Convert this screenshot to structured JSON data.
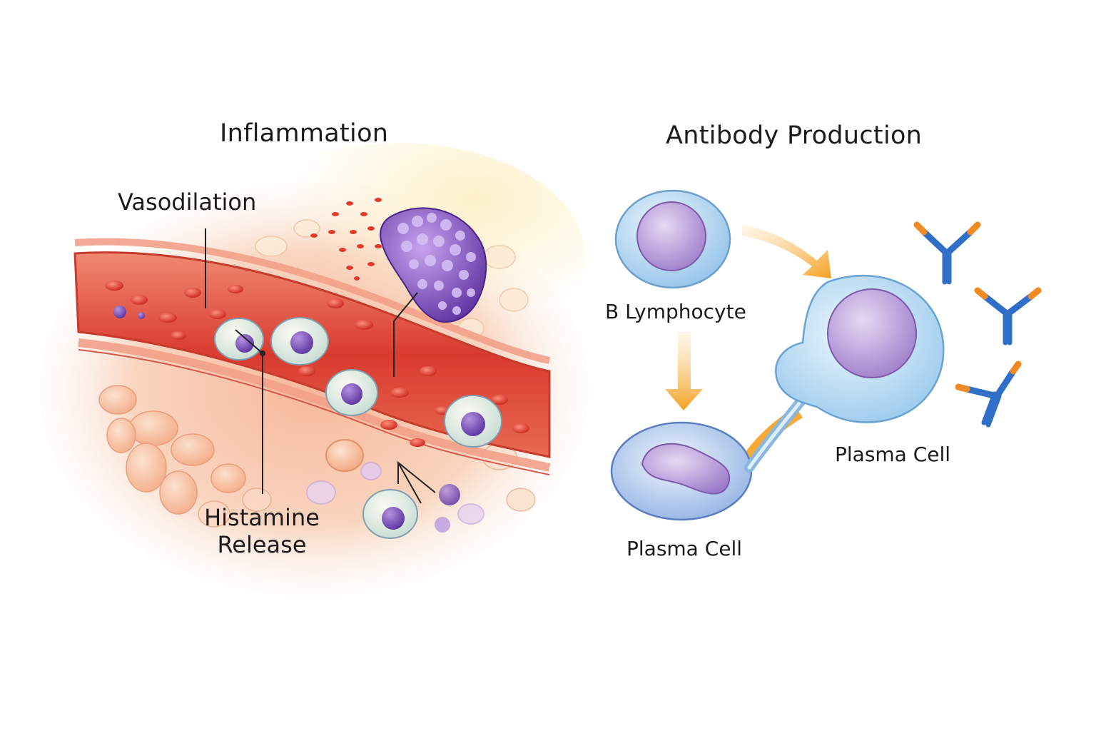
{
  "inflammation": {
    "title": "Inflammation",
    "vasodilation_label": "Vasodilation",
    "histamine_label_line1": "Histamine",
    "histamine_label_line2": "Release"
  },
  "antibody_production": {
    "title": "Antibody Production",
    "b_lymphocyte_label": "B Lymphocyte",
    "plasma_cell_lower_label": "Plasma Cell",
    "plasma_cell_right_label": "Plasma Cell"
  },
  "colors": {
    "vessel_red": "#e04a3c",
    "tissue_peach": "#f6c4a4",
    "cell_purple": "#8a5cc0",
    "cell_blue": "#a9d2ef",
    "arrow_orange": "#f5a623",
    "antibody_blue": "#2f6fc7",
    "antibody_tip_orange": "#f08a24"
  },
  "icons": [
    "b-lymphocyte-cell-icon",
    "plasma-cell-icon",
    "antibody-icon",
    "allergen-particle-icon",
    "red-blood-cell-icon",
    "mast-cell-icon"
  ]
}
